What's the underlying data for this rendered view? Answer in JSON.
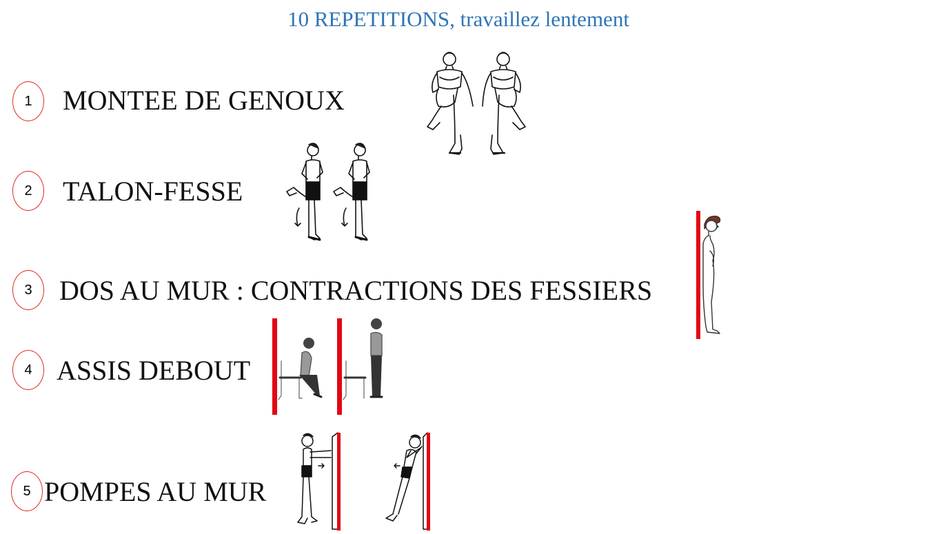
{
  "header": {
    "title": "10 REPETITIONS, travaillez lentement"
  },
  "exercises": [
    {
      "number": "1",
      "label": "MONTEE DE GENOUX"
    },
    {
      "number": "2",
      "label": "TALON-FESSE"
    },
    {
      "number": "3",
      "label": "DOS AU MUR : CONTRACTIONS DES  FESSIERS"
    },
    {
      "number": "4",
      "label": "ASSIS DEBOUT"
    },
    {
      "number": "5",
      "label": "POMPES AU MUR"
    }
  ],
  "colors": {
    "title": "#2E75B6",
    "circle": "#E0281E",
    "wall": "#E30613",
    "text": "#111111"
  },
  "icons": [
    "knee-raise-illustration",
    "heel-kick-illustration",
    "wall-standing-illustration",
    "sit-stand-illustration",
    "wall-pushup-illustration"
  ]
}
